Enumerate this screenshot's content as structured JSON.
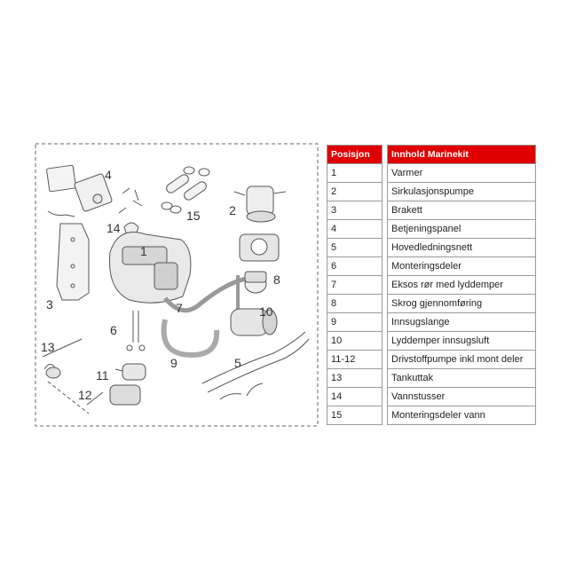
{
  "diagram": {
    "callouts": [
      "1",
      "2",
      "3",
      "4",
      "5",
      "6",
      "7",
      "8",
      "9",
      "10",
      "11",
      "12",
      "13",
      "14",
      "15"
    ]
  },
  "table": {
    "headers": {
      "position": "Posisjon",
      "content": "Innhold Marinekit"
    },
    "rows": [
      {
        "pos": "1",
        "text": "Varmer"
      },
      {
        "pos": "2",
        "text": "Sirkulasjonspumpe"
      },
      {
        "pos": "3",
        "text": "Brakett"
      },
      {
        "pos": "4",
        "text": "Betjeningspanel"
      },
      {
        "pos": "5",
        "text": "Hovedledningsnett"
      },
      {
        "pos": "6",
        "text": "Monteringsdeler"
      },
      {
        "pos": "7",
        "text": "Eksos rør med lyddemper"
      },
      {
        "pos": "8",
        "text": "Skrog gjennomføring"
      },
      {
        "pos": "9",
        "text": "Innsugslange"
      },
      {
        "pos": "10",
        "text": "Lyddemper innsugsluft"
      },
      {
        "pos": "11-12",
        "text": "Drivstoffpumpe inkl mont deler"
      },
      {
        "pos": "13",
        "text": "Tankuttak"
      },
      {
        "pos": "14",
        "text": "Vannstusser"
      },
      {
        "pos": "15",
        "text": "Monteringsdeler vann"
      }
    ]
  }
}
